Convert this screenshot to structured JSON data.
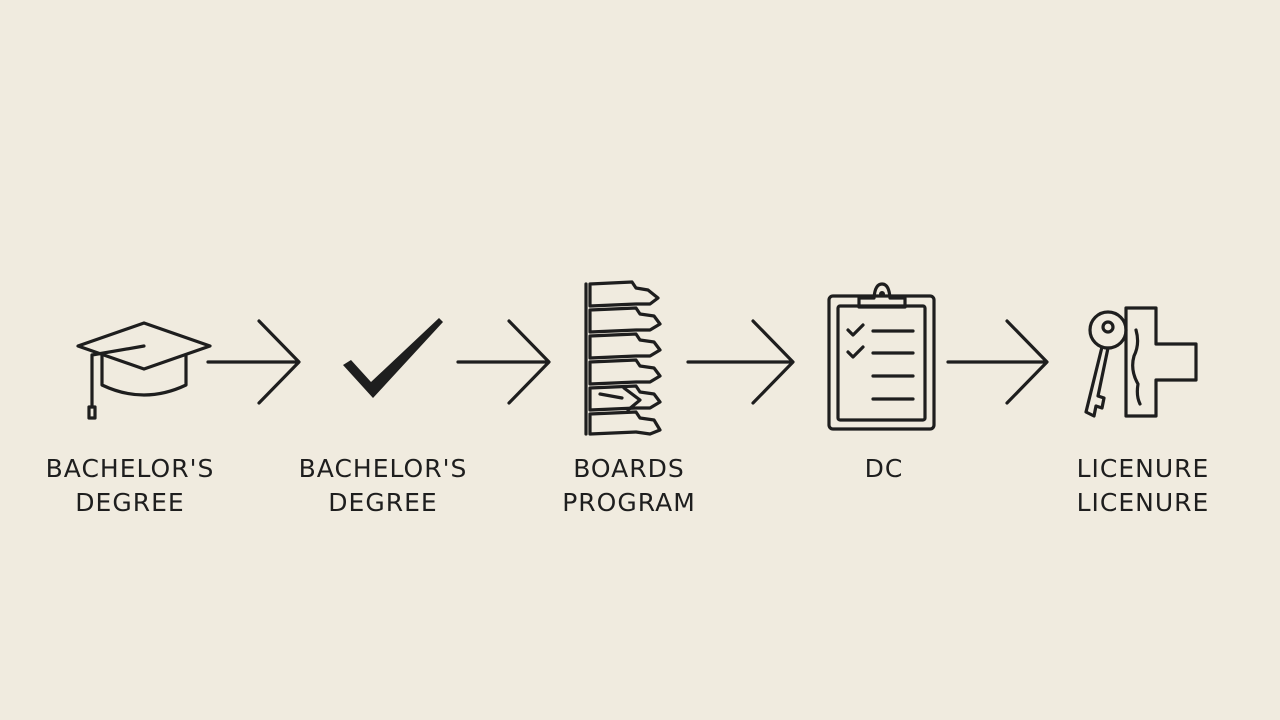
{
  "steps": [
    {
      "icon": "graduation-cap-icon",
      "label_line1": "BACHELOR'S",
      "label_line2": "DEGREE"
    },
    {
      "icon": "checkmark-icon",
      "label_line1": "BACHELOR'S",
      "label_line2": "DEGREE"
    },
    {
      "icon": "spine-icon",
      "label_line1": "BOARDS",
      "label_line2": "PROGRAM"
    },
    {
      "icon": "clipboard-checklist-icon",
      "label_line1": "DC",
      "label_line2": ""
    },
    {
      "icon": "key-medical-cross-icon",
      "label_line1": "LICENURE",
      "label_line2": "LICENURE"
    }
  ],
  "colors": {
    "background": "#f0ebdf",
    "ink": "#1e1e1e"
  }
}
